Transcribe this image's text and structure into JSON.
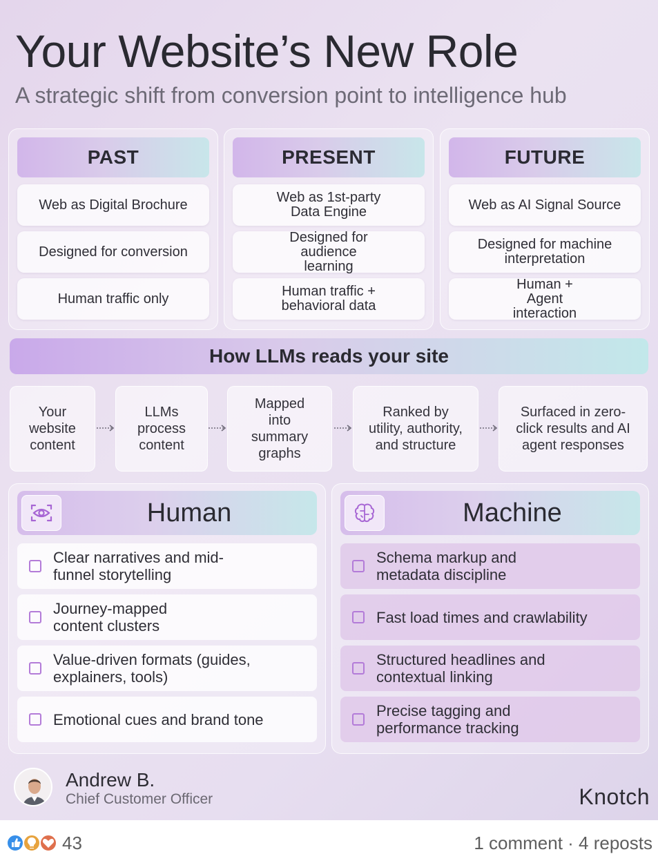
{
  "header": {
    "title": "Your Website’s New Role",
    "subtitle": "A strategic shift from conversion point to intelligence hub"
  },
  "eras": [
    {
      "label": "PAST",
      "cards": [
        "Web as Digital Brochure",
        "Designed for conversion",
        "Human traffic only"
      ]
    },
    {
      "label": "PRESENT",
      "cards": [
        "Web as 1st-party Data Engine",
        "Designed for audience learning",
        "Human traffic + behavioral data"
      ]
    },
    {
      "label": "FUTURE",
      "cards": [
        "Web as AI Signal Source",
        "Designed for machine interpretation",
        "Human + Agent interaction"
      ]
    }
  ],
  "llm": {
    "heading": "How LLMs reads your site",
    "steps": [
      "Your website content",
      "LLMs process content",
      "Mapped into summary graphs",
      "Ranked by utility, authority, and structure",
      "Surfaced in zero-click results and AI agent responses"
    ]
  },
  "human": {
    "title": "Human",
    "icon": "eye-scan-icon",
    "items": [
      "Clear narratives and mid-funnel storytelling",
      "Journey-mapped content clusters",
      "Value-driven formats (guides, explainers, tools)",
      "Emotional cues and brand tone"
    ]
  },
  "machine": {
    "title": "Machine",
    "icon": "brain-icon",
    "items": [
      "Schema markup and metadata discipline",
      "Fast load times and crawlability",
      "Structured headlines and contextual linking",
      "Precise tagging and performance tracking"
    ]
  },
  "author": {
    "name": "Andrew B.",
    "role": "Chief Customer Officer",
    "brand": "Knotch"
  },
  "social": {
    "reaction_count": "43",
    "comments": "1 comment",
    "separator": " · ",
    "reposts": "4 reposts"
  },
  "colors": {
    "accent_purple": "#b37bd8",
    "heading_gradient_start": "#d2b6ea",
    "heading_gradient_end": "#c8e6ea",
    "background": "#e7ddef"
  }
}
